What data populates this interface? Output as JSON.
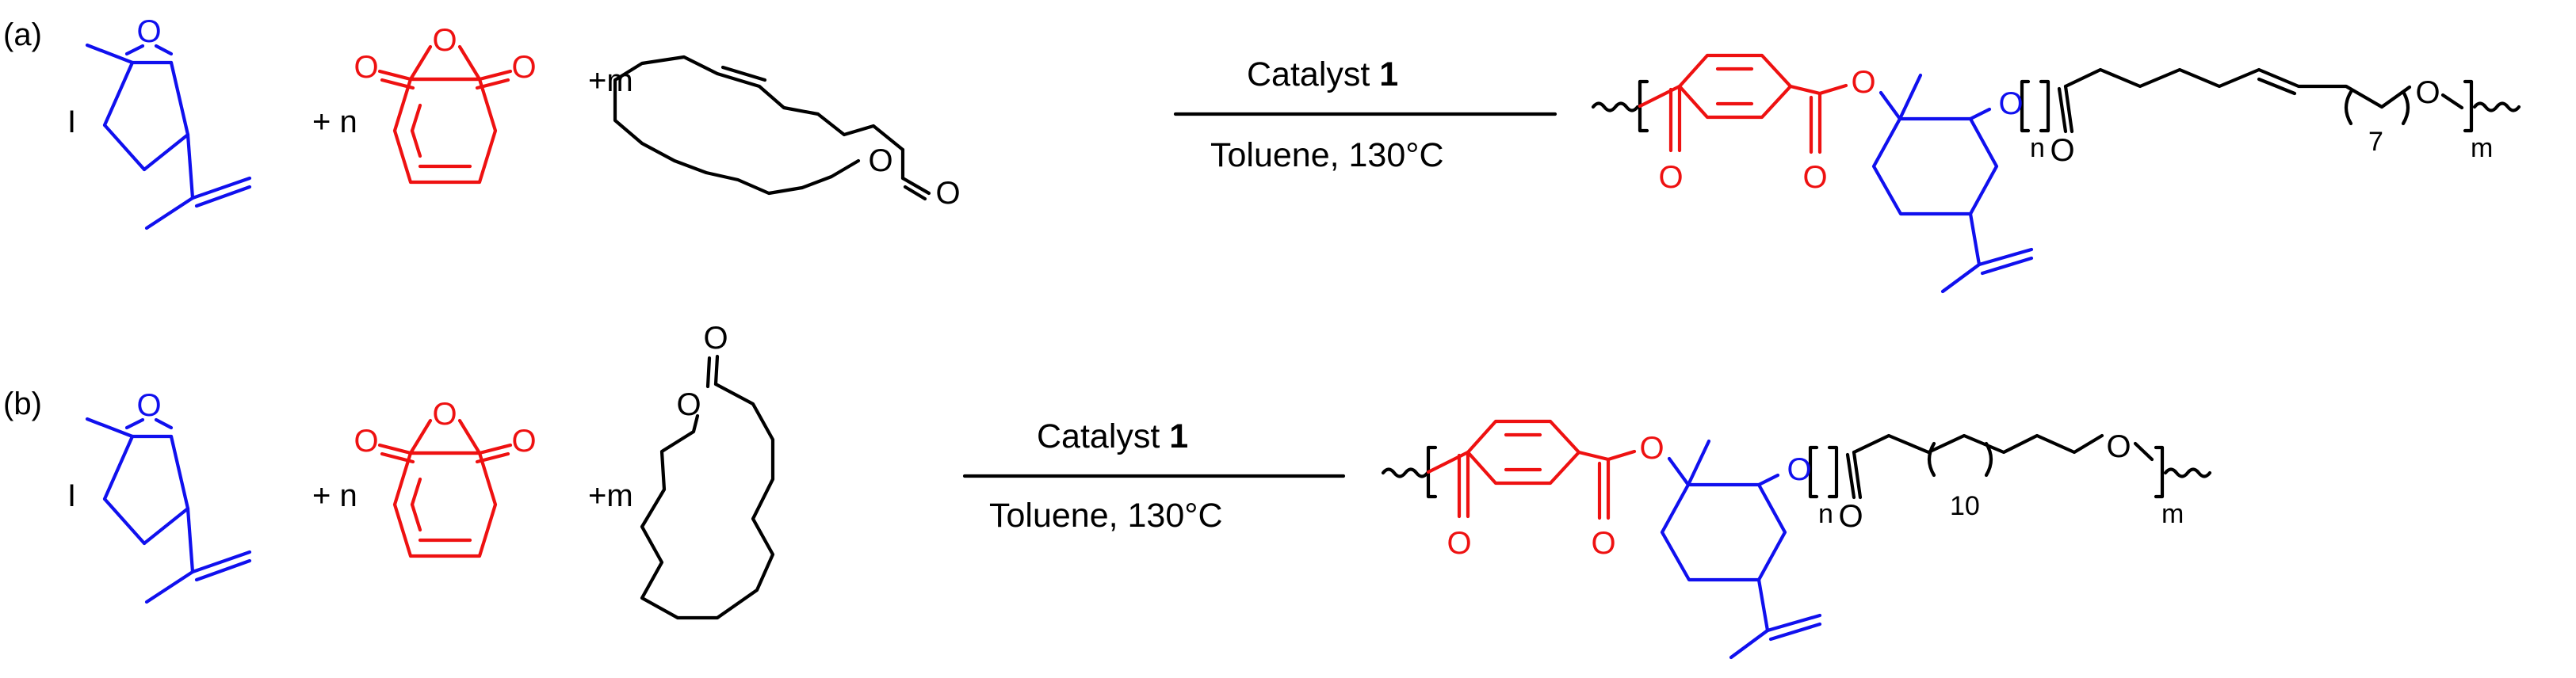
{
  "colors": {
    "epoxide": "#1010ee",
    "anhydride": "#ee1111",
    "lactone": "#000000"
  },
  "scheme_a": {
    "panel_label": "(a)",
    "epoxide_atom": "O",
    "epoxide_mark": "I",
    "anhydride_coef": "+ n",
    "anhydride_o": [
      "O",
      "O",
      "O"
    ],
    "lactone_coef": "+m",
    "lactone_o": [
      "O",
      "O"
    ],
    "catalyst_text": "Catalyst ",
    "catalyst_number": "1",
    "solvent_temp": "Toluene, 130°C",
    "product_o": [
      "O",
      "O",
      "O",
      "O",
      "O",
      "O"
    ],
    "sub_n": "n",
    "sub_repeat": "7",
    "sub_m": "m"
  },
  "scheme_b": {
    "panel_label": "(b)",
    "epoxide_atom": "O",
    "epoxide_mark": "I",
    "anhydride_coef": "+ n",
    "anhydride_o": [
      "O",
      "O",
      "O"
    ],
    "lactone_coef": "+m",
    "lactone_o": [
      "O",
      "O"
    ],
    "catalyst_text": "Catalyst ",
    "catalyst_number": "1",
    "solvent_temp": "Toluene, 130°C",
    "product_o": [
      "O",
      "O",
      "O",
      "O",
      "O",
      "O"
    ],
    "sub_n": "n",
    "sub_repeat": "10",
    "sub_m": "m"
  }
}
